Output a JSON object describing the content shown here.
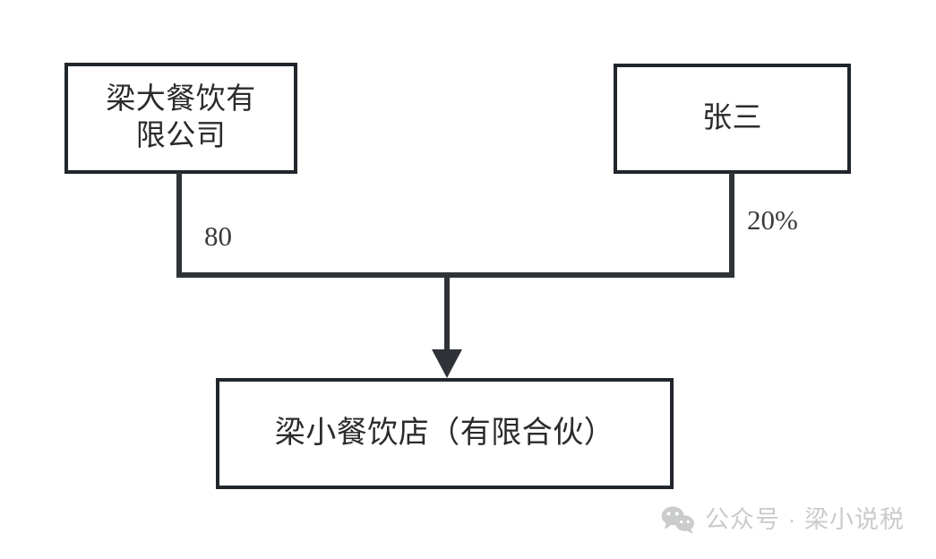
{
  "diagram": {
    "type": "org-ownership-structure",
    "background_color": "#ffffff",
    "line_color": "#2f3338",
    "box_border_color": "#21262c",
    "text_color": "#2b2b2b",
    "nodes": [
      {
        "id": "parent-company",
        "label": "梁大餐饮有限公司",
        "display_label": "梁大餐饮有\n限公司",
        "role": "parent-shareholder-entity"
      },
      {
        "id": "parent-person",
        "label": "张三",
        "display_label": "张三",
        "role": "parent-shareholder-individual"
      },
      {
        "id": "child-entity",
        "label": "梁小餐饮店（有限合伙）",
        "display_label": "梁小餐饮店（有限合伙）",
        "role": "subsidiary-partnership"
      }
    ],
    "edges": [
      {
        "id": "edge-company-to-child",
        "from": "parent-company",
        "to": "child-entity",
        "label": "80"
      },
      {
        "id": "edge-person-to-child",
        "from": "parent-person",
        "to": "child-entity",
        "label": "20%"
      }
    ],
    "arrow": {
      "direction": "down",
      "style": "solid-filled-triangle"
    }
  },
  "watermark": {
    "icon": "wechat-icon",
    "text": "公众号 · 梁小说税",
    "color": "#c9cbcd"
  }
}
